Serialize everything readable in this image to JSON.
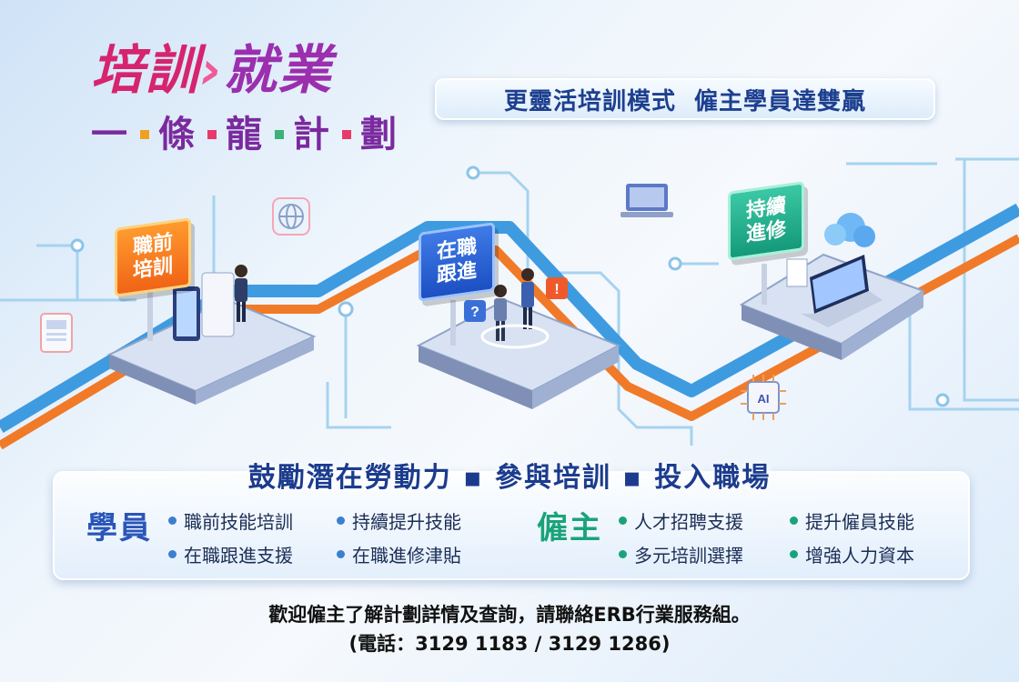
{
  "title": {
    "main_part1": "培訓",
    "main_part2": "就業",
    "sub_chars": [
      "一",
      "條",
      "龍",
      "計",
      "劃"
    ]
  },
  "slogan": "更靈活培訓模式  僱主學員達雙贏",
  "stages": [
    {
      "label": "職前培訓"
    },
    {
      "label": "在職跟進"
    },
    {
      "label": "持續進修"
    }
  ],
  "headline": "鼓勵潛在勞動力 ▪ 參與培訓 ▪ 投入職場",
  "trainee": {
    "label": "學員",
    "col1": [
      "職前技能培訓",
      "在職跟進支援"
    ],
    "col2": [
      "持續提升技能",
      "在職進修津貼"
    ]
  },
  "employer": {
    "label": "僱主",
    "col1": [
      "人才招聘支援",
      "多元培訓選擇"
    ],
    "col2": [
      "提升僱員技能",
      "增強人力資本"
    ]
  },
  "contact_line1": "歡迎僱主了解計劃詳情及查詢，請聯絡ERB行業服務組。",
  "contact_line2": "(電話：3129 1183 / 3129 1286)",
  "icons": {
    "globe": "globe-network-icon",
    "laptop": "laptop-icon",
    "tablet": "tablet-icon",
    "ai": "ai-chip-icon"
  },
  "colors": {
    "trainee": "#2a56b8",
    "employer": "#1aa37a",
    "orange_track": "#f07a28",
    "blue_track": "#3e9be0"
  }
}
